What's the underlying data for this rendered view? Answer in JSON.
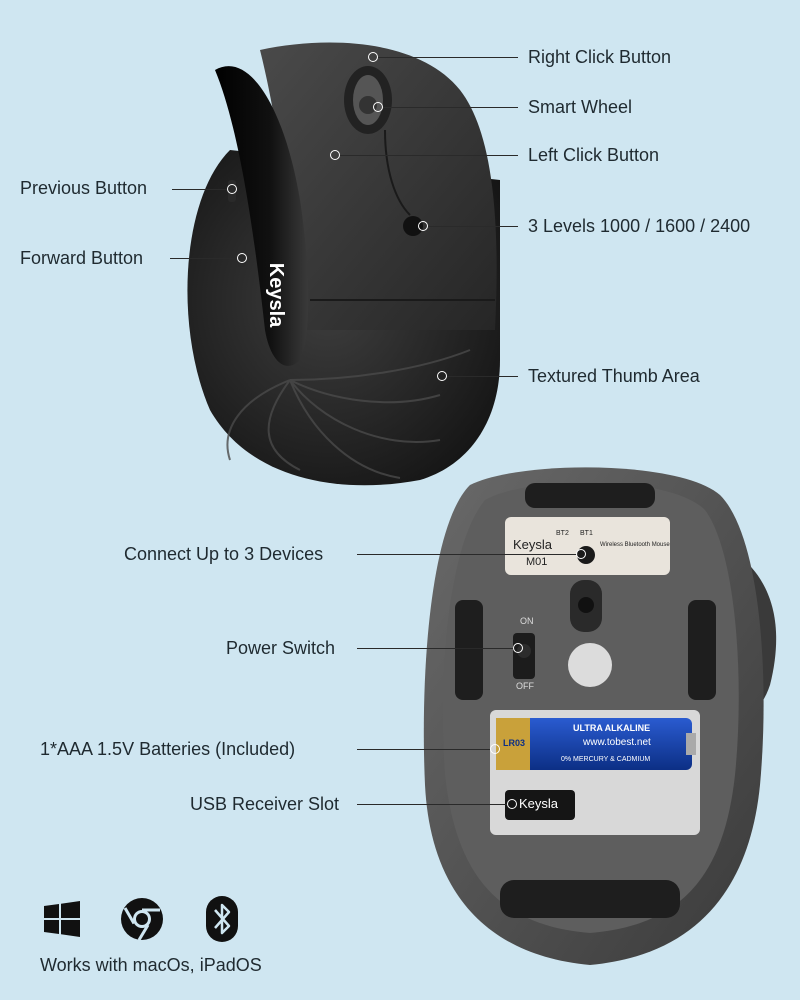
{
  "brand": "Keysla",
  "callouts": {
    "right_click": "Right Click Button",
    "smart_wheel": "Smart Wheel",
    "left_click": "Left Click Button",
    "previous": "Previous Button",
    "dpi": "3 Levels 1000 / 1600 / 2400",
    "forward": "Forward Button",
    "thumb": "Textured Thumb Area",
    "connect": "Connect Up to 3 Devices",
    "power": "Power Switch",
    "batteries": "1*AAA 1.5V Batteries (Included)",
    "usb": "USB Receiver Slot"
  },
  "bottom_label": {
    "brand": "Keysla",
    "model": "M01",
    "bt2": "BT2",
    "bt1": "BT1",
    "desc1": "Wireless Bluetooth Mouse",
    "on": "ON",
    "off": "OFF"
  },
  "battery": {
    "brand": "ULTRA ALKALINE",
    "site": "www.tobest.net",
    "note": "0% MERCURY & CADMIUM",
    "type": "LR03"
  },
  "usb_logo": "Keysla",
  "compat_text": "Works with macOs, iPadOS",
  "os_icons": [
    "windows-icon",
    "chrome-icon",
    "bluetooth-icon"
  ],
  "colors": {
    "background": "#cfe6f1",
    "mouse": "#2b2b2b",
    "accent": "#1e4fb0"
  }
}
